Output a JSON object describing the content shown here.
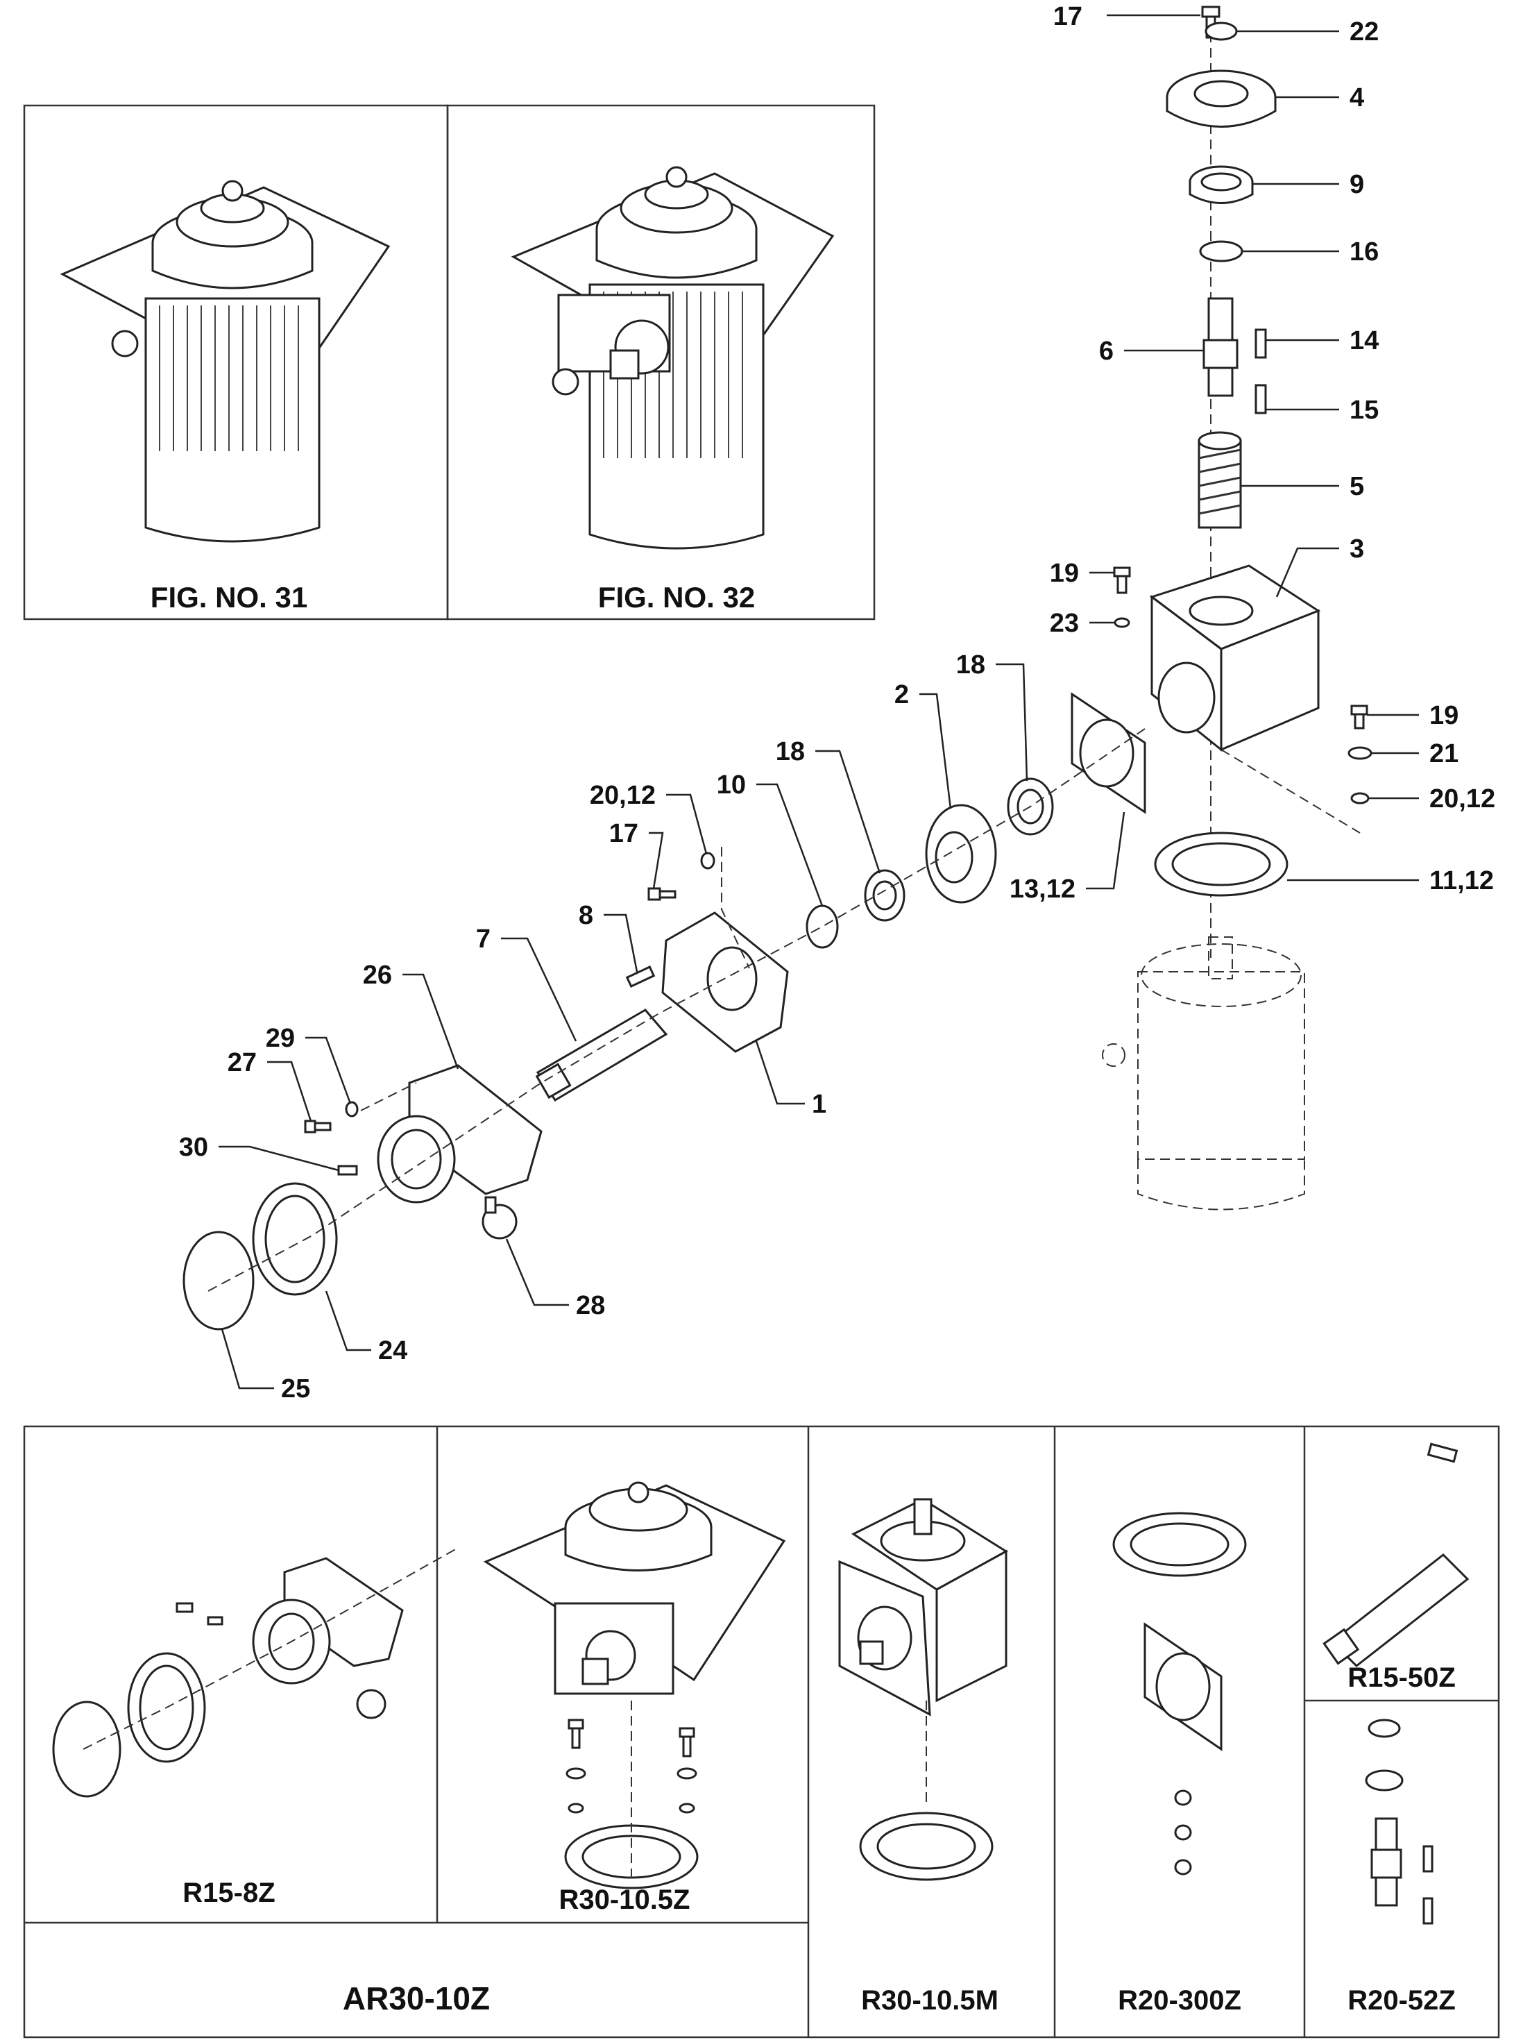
{
  "callouts": {
    "c17a": "17",
    "c22": "22",
    "c4": "4",
    "c9": "9",
    "c16": "16",
    "c6": "6",
    "c14": "14",
    "c15": "15",
    "c5": "5",
    "c3": "3",
    "c19a": "19",
    "c23": "23",
    "c19b": "19",
    "c21": "21",
    "c20b": "20,12",
    "c11": "11,12",
    "c13": "13,12",
    "c18a": "18",
    "c2": "2",
    "c18b": "18",
    "c10": "10",
    "c20a": "20,12",
    "c17b": "17",
    "c8": "8",
    "c7": "7",
    "c26": "26",
    "c1": "1",
    "c29": "29",
    "c27": "27",
    "c30": "30",
    "c28": "28",
    "c24": "24",
    "c25": "25"
  },
  "figures": {
    "fig31": "FIG. NO. 31",
    "fig32": "FIG. NO. 32"
  },
  "kits": {
    "r15_8z": "R15-8Z",
    "r30_105z": "R30-10.5Z",
    "ar30_10z": "AR30-10Z",
    "r30_105m": "R30-10.5M",
    "r20_300z": "R20-300Z",
    "r15_50z": "R15-50Z",
    "r20_52z": "R20-52Z"
  }
}
